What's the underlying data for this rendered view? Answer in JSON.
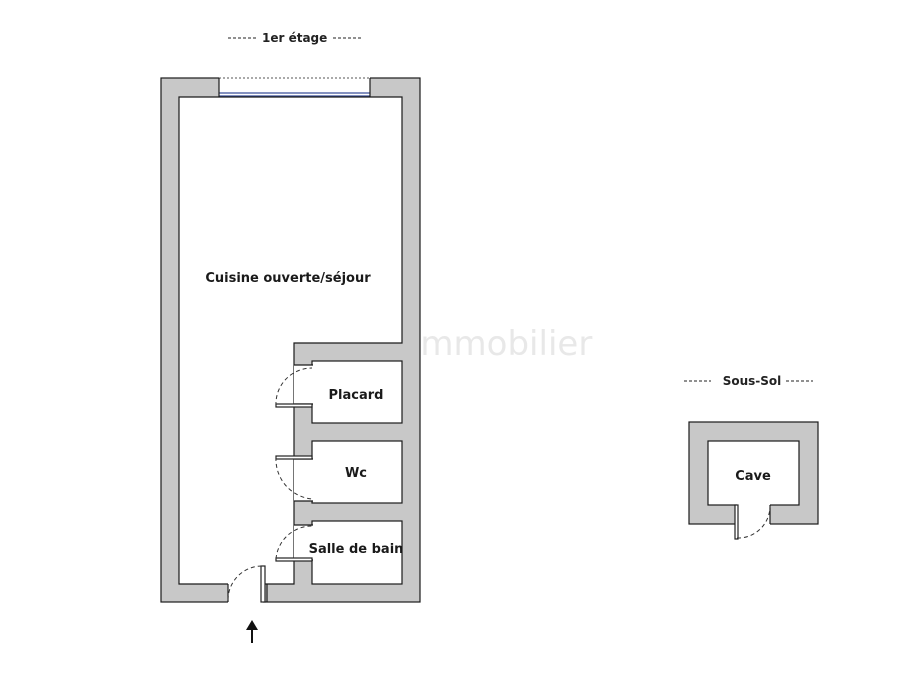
{
  "floors": {
    "first": {
      "label": "1er étage"
    },
    "basement": {
      "label": "Sous-Sol"
    }
  },
  "rooms": {
    "living": "Cuisine ouverte/séjour",
    "closet": "Placard",
    "wc": "Wc",
    "bathroom": "Salle de bain",
    "cellar": "Cave"
  },
  "watermark": "bskimmobilier",
  "colors": {
    "wall_fill": "#c8c8c8",
    "line": "#1a1a1a",
    "window": "#3a4f9a"
  },
  "icons": {
    "entrance": "arrow-up-icon",
    "watermark_logo": "house-icon"
  }
}
